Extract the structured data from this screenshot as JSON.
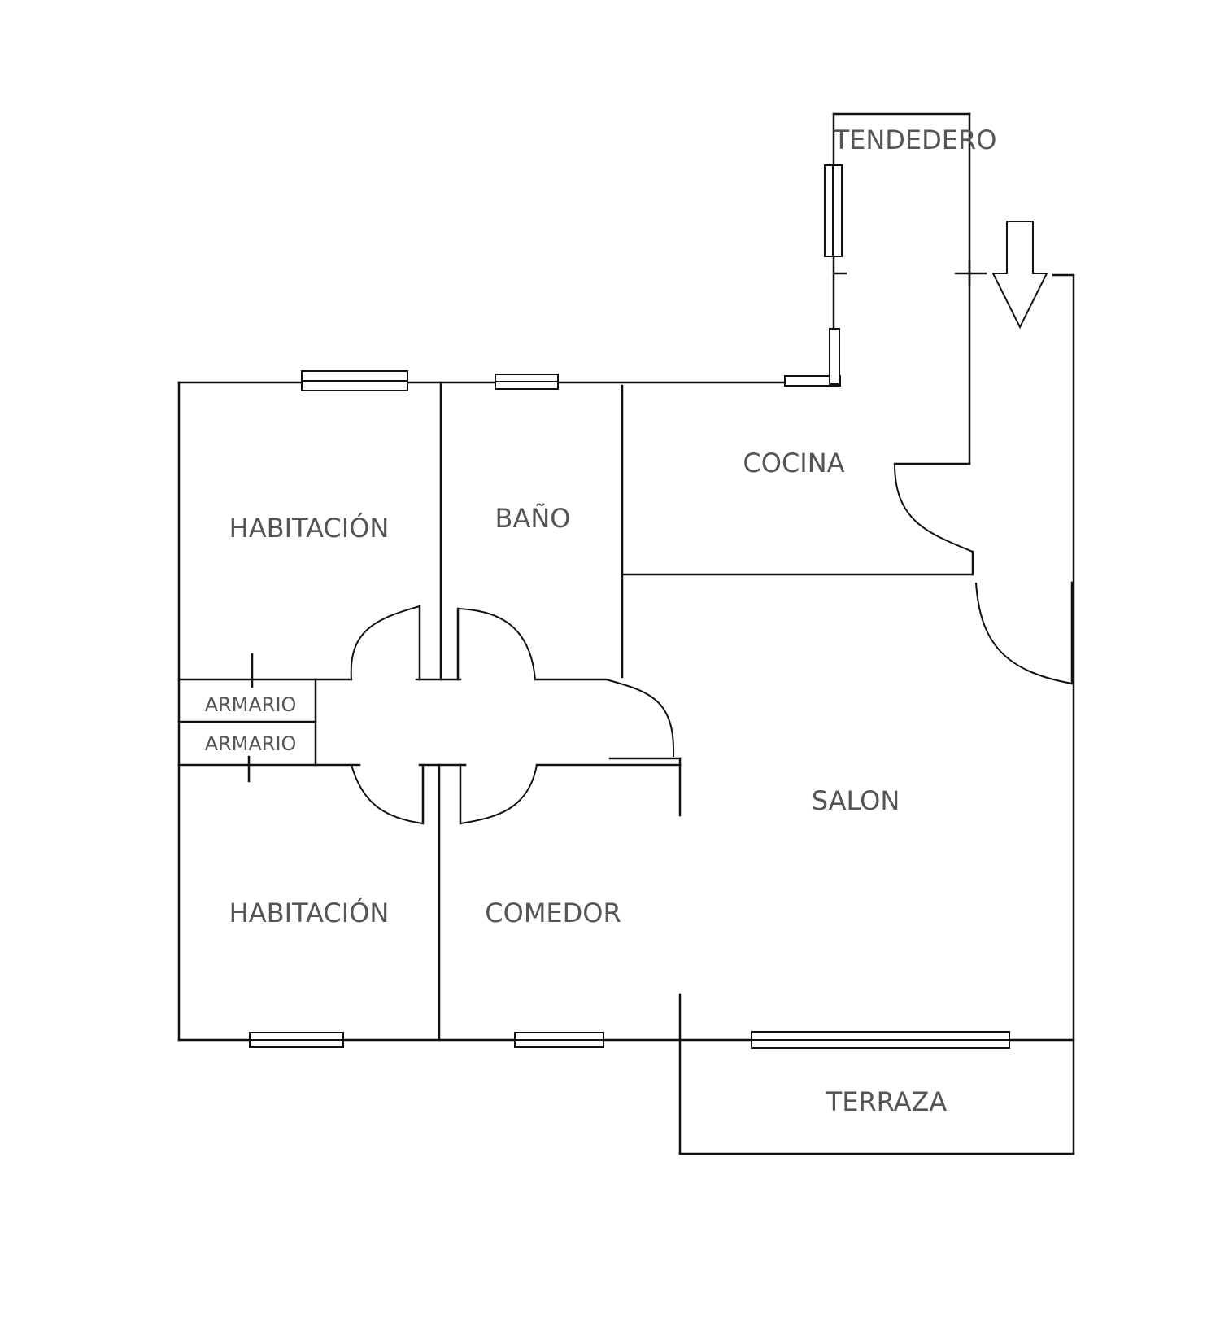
{
  "rooms": {
    "tendedero": "TENDEDERO",
    "cocina": "COCINA",
    "habitacion_top": "HABITACIÓN",
    "bano": "BAÑO",
    "armario_1": "ARMARIO",
    "armario_2": "ARMARIO",
    "salon": "SALON",
    "habitacion_bottom": "HABITACIÓN",
    "comedor": "COMEDOR",
    "terraza": "TERRAZA"
  },
  "icons": {
    "entrance": "down-arrow-icon"
  }
}
